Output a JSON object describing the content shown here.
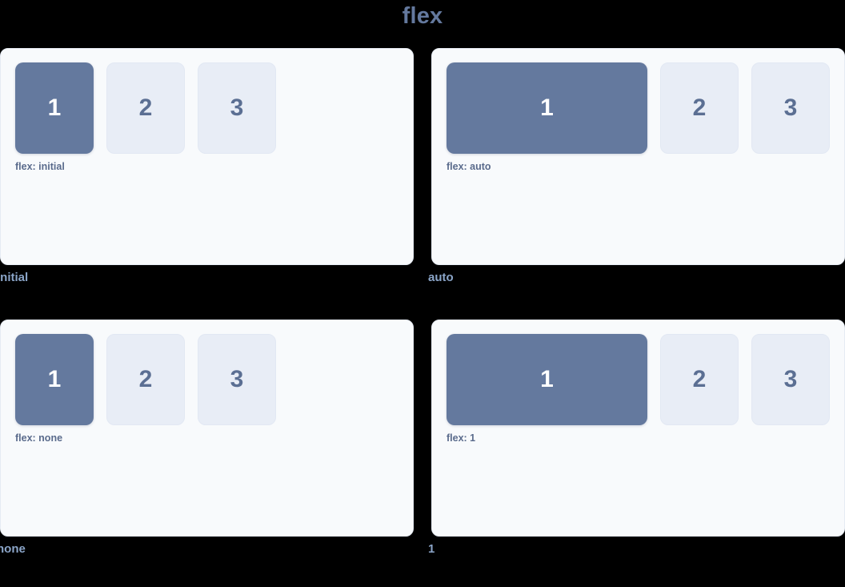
{
  "title": "flex",
  "theme": {
    "page_background": "#000000",
    "card_background": "#f8fafc",
    "card_border": "#e6ebf3",
    "subject_box_fill": "#64799e",
    "subject_box_text": "#ffffff",
    "sibling_box_fill": "#e8edf6",
    "sibling_box_text": "#5b6f93",
    "caption_color": "#5a6b8c",
    "label_color": "#8ba5c8",
    "title_color": "#64799e"
  },
  "boxes": {
    "first": "1",
    "second": "2",
    "third": "3"
  },
  "demos": [
    {
      "value": "initial",
      "label": "initial",
      "caption": "flex: initial",
      "box_labels": [
        "1",
        "2",
        "3"
      ],
      "subject_grows": false
    },
    {
      "value": "auto",
      "label": "auto",
      "caption": "flex: auto",
      "box_labels": [
        "1",
        "2",
        "3"
      ],
      "subject_grows": true
    },
    {
      "value": "none",
      "label": "none",
      "caption": "flex: none",
      "box_labels": [
        "1",
        "2",
        "3"
      ],
      "subject_grows": false
    },
    {
      "value": "1",
      "label": "1",
      "caption": "flex: 1",
      "box_labels": [
        "1",
        "2",
        "3"
      ],
      "subject_grows": true
    }
  ]
}
